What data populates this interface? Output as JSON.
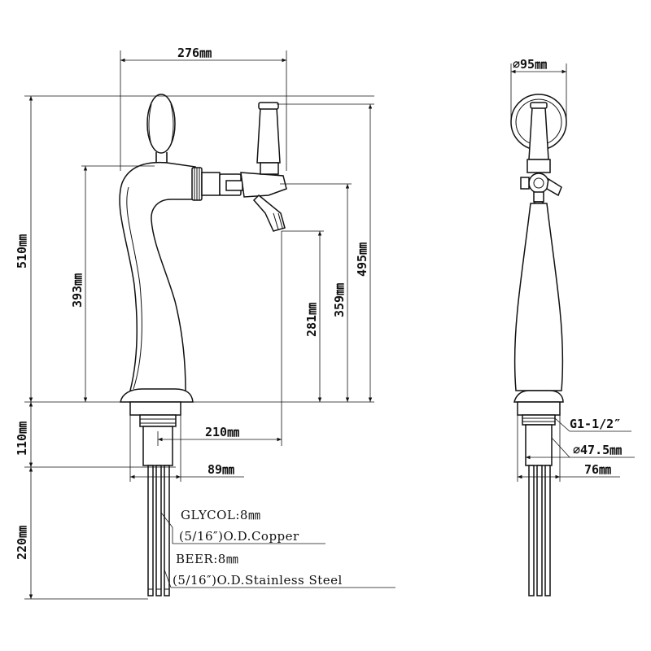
{
  "dimensions": {
    "total_width": "276㎜",
    "total_height": "510㎜",
    "base_to_spout_top": "393㎜",
    "tap_height": "495㎜",
    "body_height": "359㎜",
    "spout_outlet_height": "281㎜",
    "shank_length": "110㎜",
    "spout_reach": "210㎜",
    "base_diameter_front": "89㎜",
    "tube_length": "220㎜",
    "head_diameter": "⌀95㎜",
    "thread": "G1-1/2″",
    "shank_diameter": "⌀47.5㎜",
    "base_diameter_side": "76㎜"
  },
  "notes": {
    "glycol": "GLYCOL:8㎜",
    "glycol_spec": "(5/16″)O.D.Copper",
    "beer": "BEER:8㎜",
    "beer_spec": "(5/16″)O.D.Stainless Steel"
  }
}
